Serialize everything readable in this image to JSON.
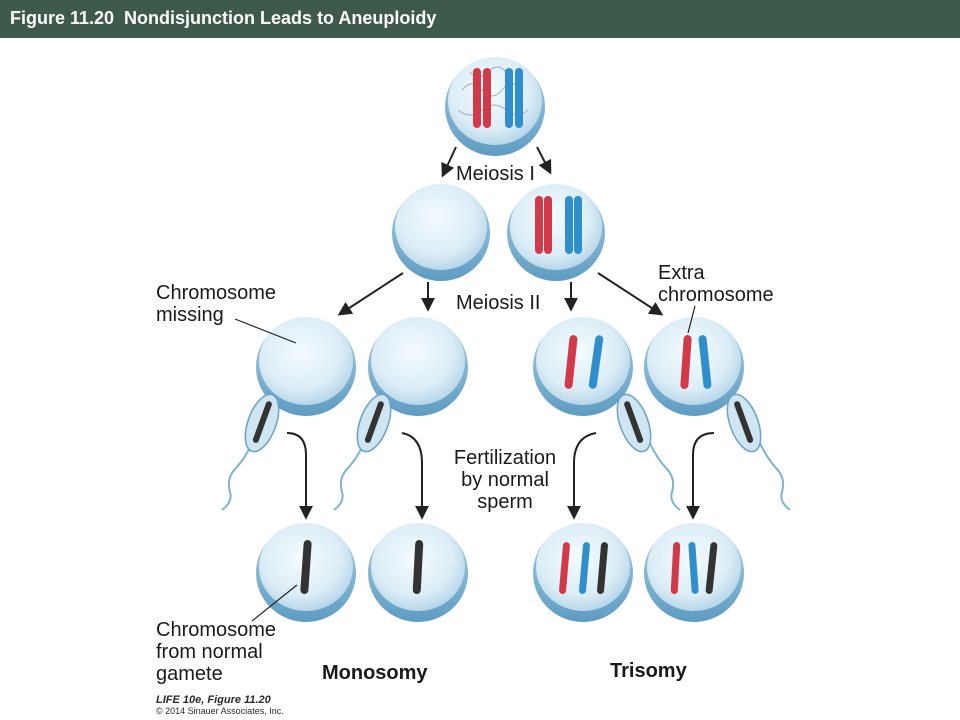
{
  "header": {
    "title": "Figure 11.20  Nondisjunction Leads to Aneuploidy"
  },
  "labels": {
    "meiosis_1": "Meiosis I",
    "meiosis_2": "Meiosis II",
    "chromosome_missing": [
      "Chromosome",
      "missing"
    ],
    "extra_chromosome": [
      "Extra",
      "chromosome"
    ],
    "fertilization": [
      "Fertilization",
      "by normal",
      "sperm"
    ],
    "chromosome_from_normal_gamete": [
      "Chromosome",
      "from normal",
      "gamete"
    ],
    "monosomy": "Monosomy",
    "trisomy": "Trisomy"
  },
  "credit": {
    "line1": "LIFE 10e, Figure 11.20",
    "line2": "© 2014 Sinauer Associates, Inc."
  },
  "colors": {
    "title_bar": "#3e5a4a",
    "cell_fill": "#dff0f8",
    "cell_rim": "#7fb3cf",
    "maternal_chromosome": "#d23a4a",
    "paternal_chromosome": "#2e8fcc",
    "sperm_chromosome": "#333333"
  }
}
